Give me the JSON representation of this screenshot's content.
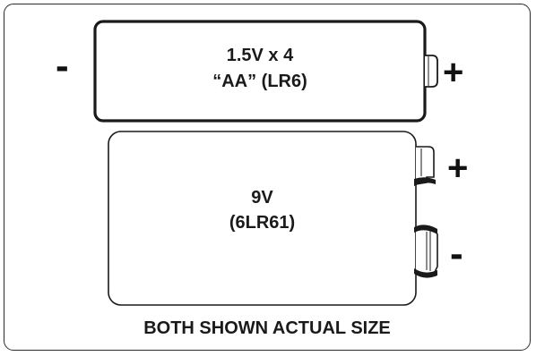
{
  "aa_battery": {
    "label_line1": "1.5V x 4",
    "label_line2": "“AA” (LR6)",
    "negative_sign": "-",
    "positive_sign": "+"
  },
  "battery_9v": {
    "label_line1": "9V",
    "label_line2": "(6LR61)",
    "positive_sign": "+",
    "negative_sign": "-"
  },
  "caption": "BOTH SHOWN ACTUAL SIZE"
}
